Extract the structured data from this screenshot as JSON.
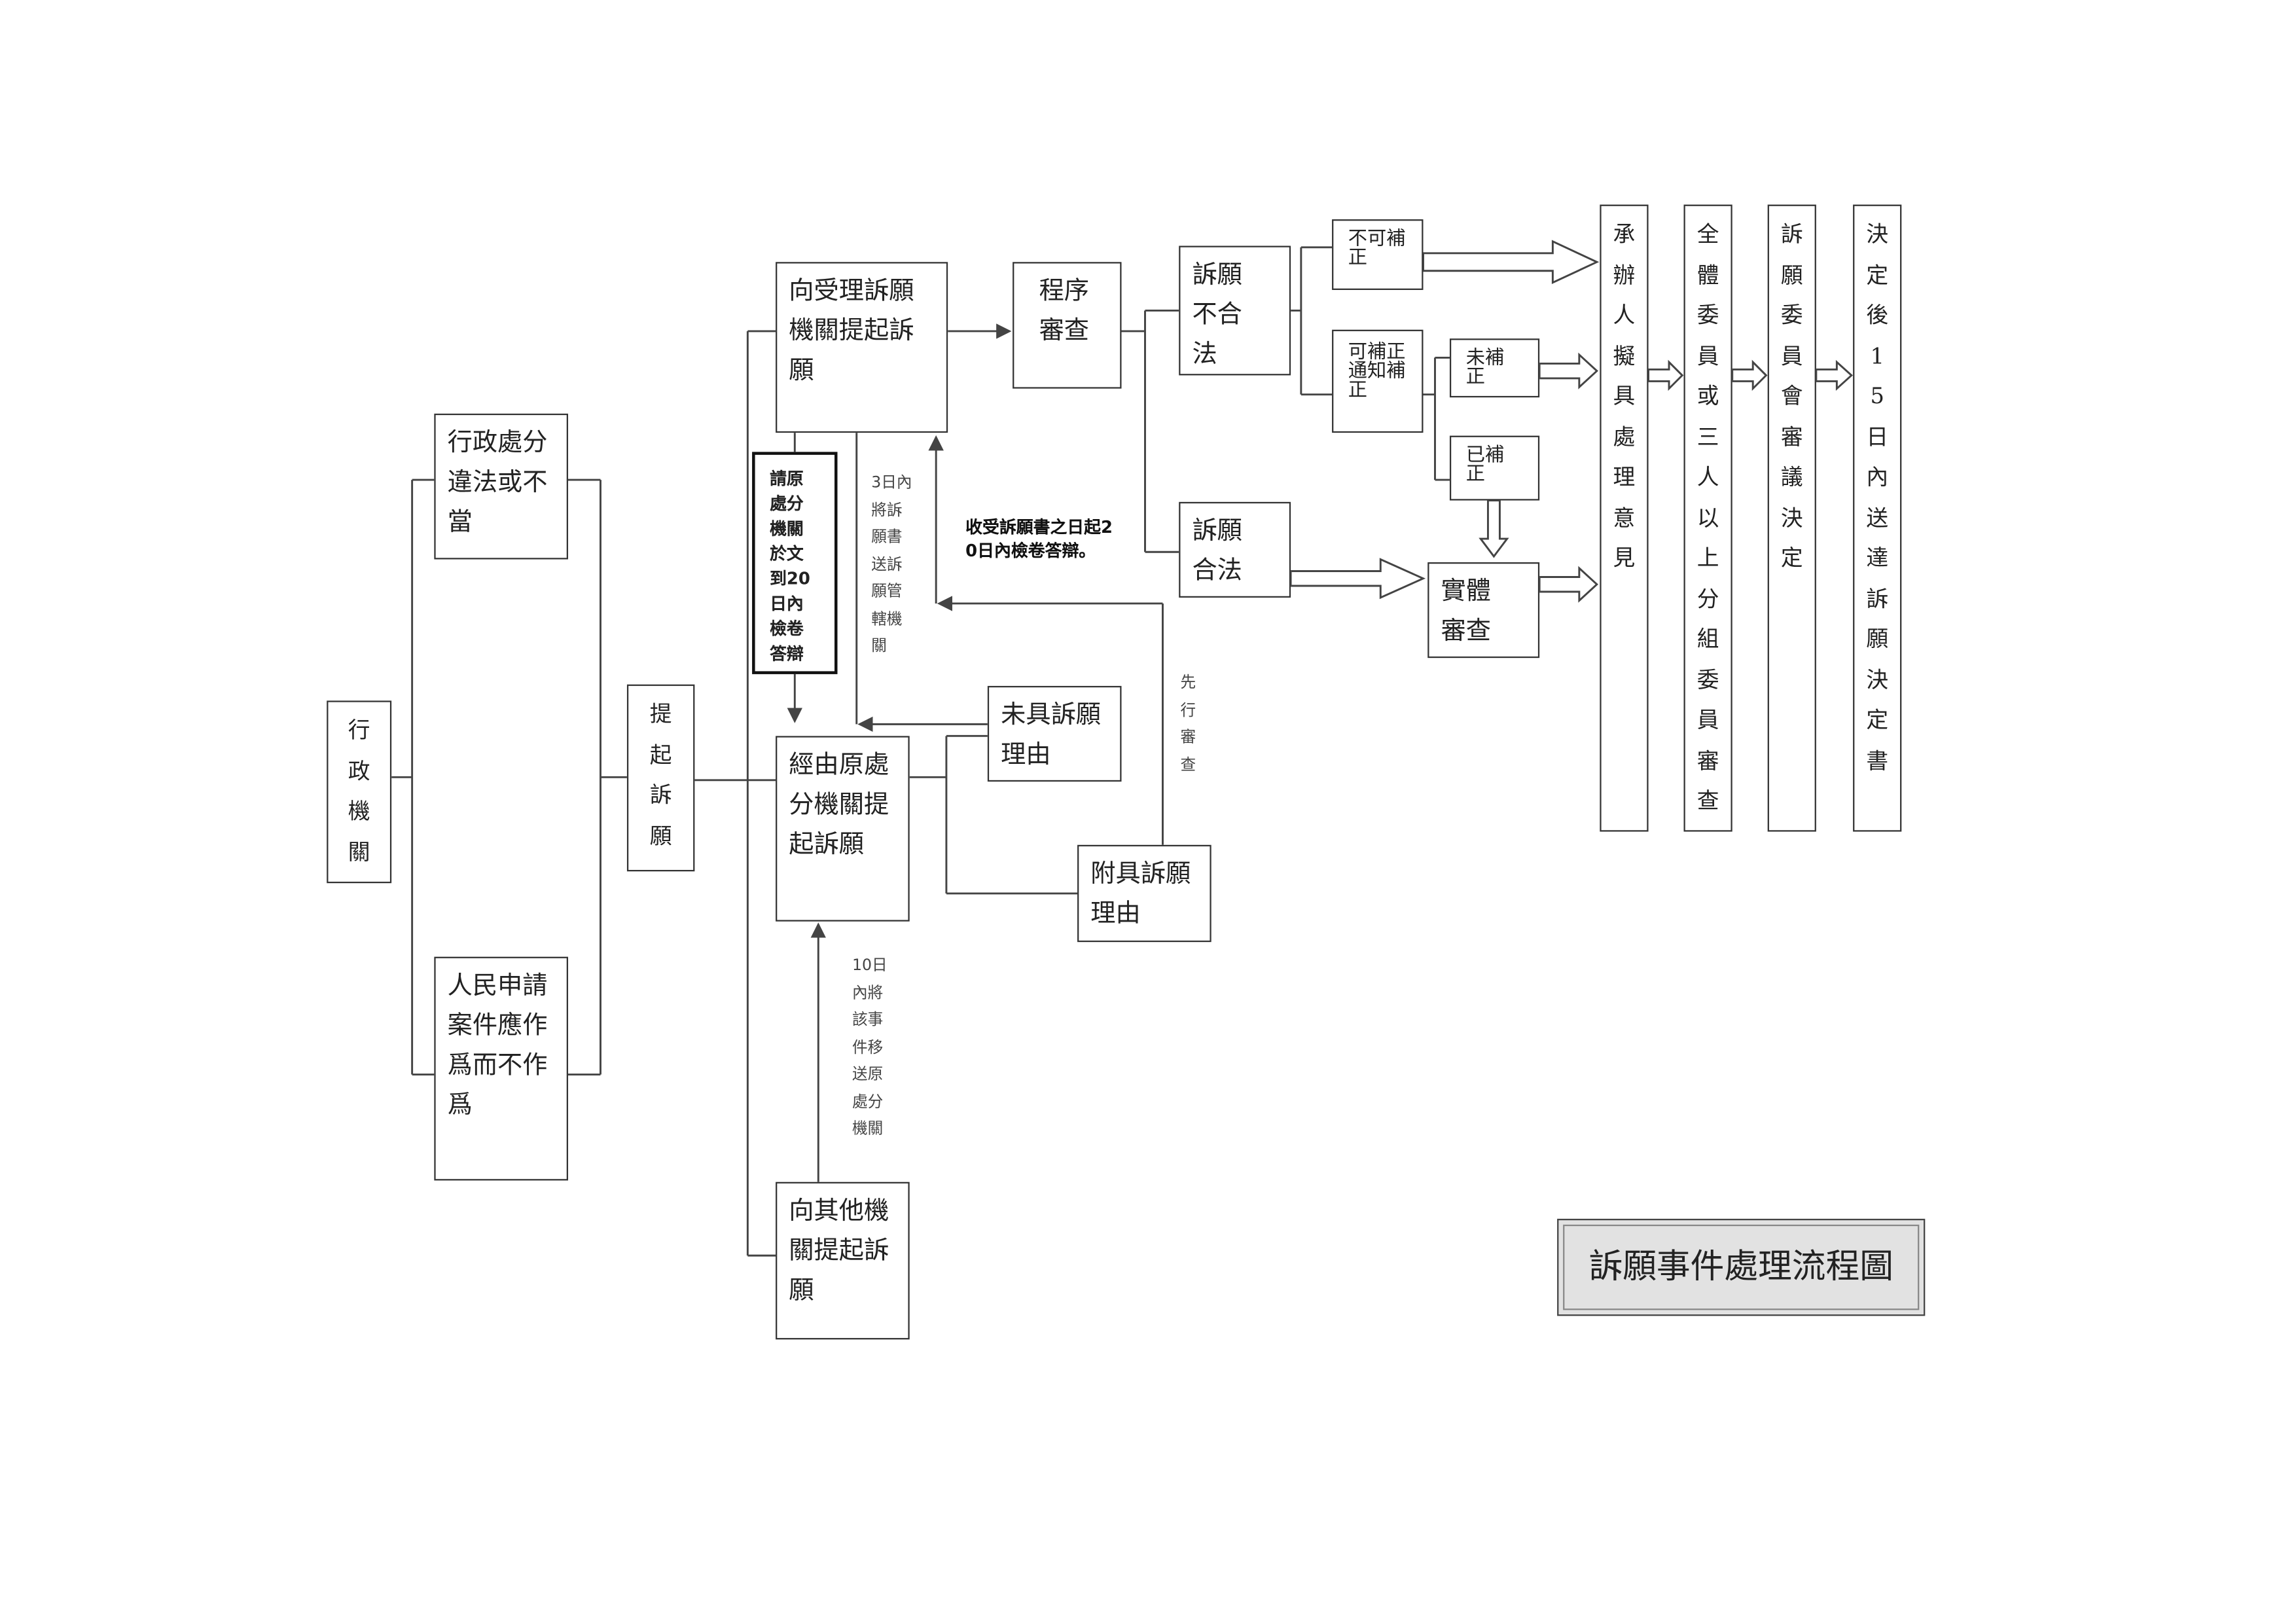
{
  "nodes": {
    "admin_agency": "行政機關",
    "illegal_disposition": "行政處分違法或不當",
    "inaction": "人民申請案件應作爲而不作爲",
    "file_appeal": "提起訴願",
    "file_with_appeal_agency": "向受理訴願機關提起訴願",
    "request_answer": "請原處分機關於文到20日內檢卷答辯",
    "file_via_original": "經由原處分機關提起訴願",
    "file_with_other": "向其他機關提起訴願",
    "no_reason": "未具訴願理由",
    "with_reason": "附具訴願理由",
    "procedural_review": "程序審查",
    "appeal_illegal": "訴願不合法",
    "appeal_legal": "訴願合法",
    "not_correctable": "不可補正",
    "correctable_notice": "可補正通知補正",
    "not_corrected": "未補正",
    "corrected": "已補正",
    "substantive_review": "實體審查",
    "handler_opinion": "承辦人擬具處理意見",
    "committee_review": "全體委員或三人以上分組委員審查",
    "committee_decision": "訴願委員會審議決定",
    "deliver_decision": "決定後15日內送達訴願決定書"
  },
  "notes": {
    "three_days": "3日內將訴願書送訴願管轄機關",
    "twenty_days": "收受訴願書之日起20日內檢卷答辯。",
    "pre_review": "先行審查",
    "ten_days": "10日內將該事件移送原處分機關"
  },
  "title": "訴願事件處理流程圖"
}
